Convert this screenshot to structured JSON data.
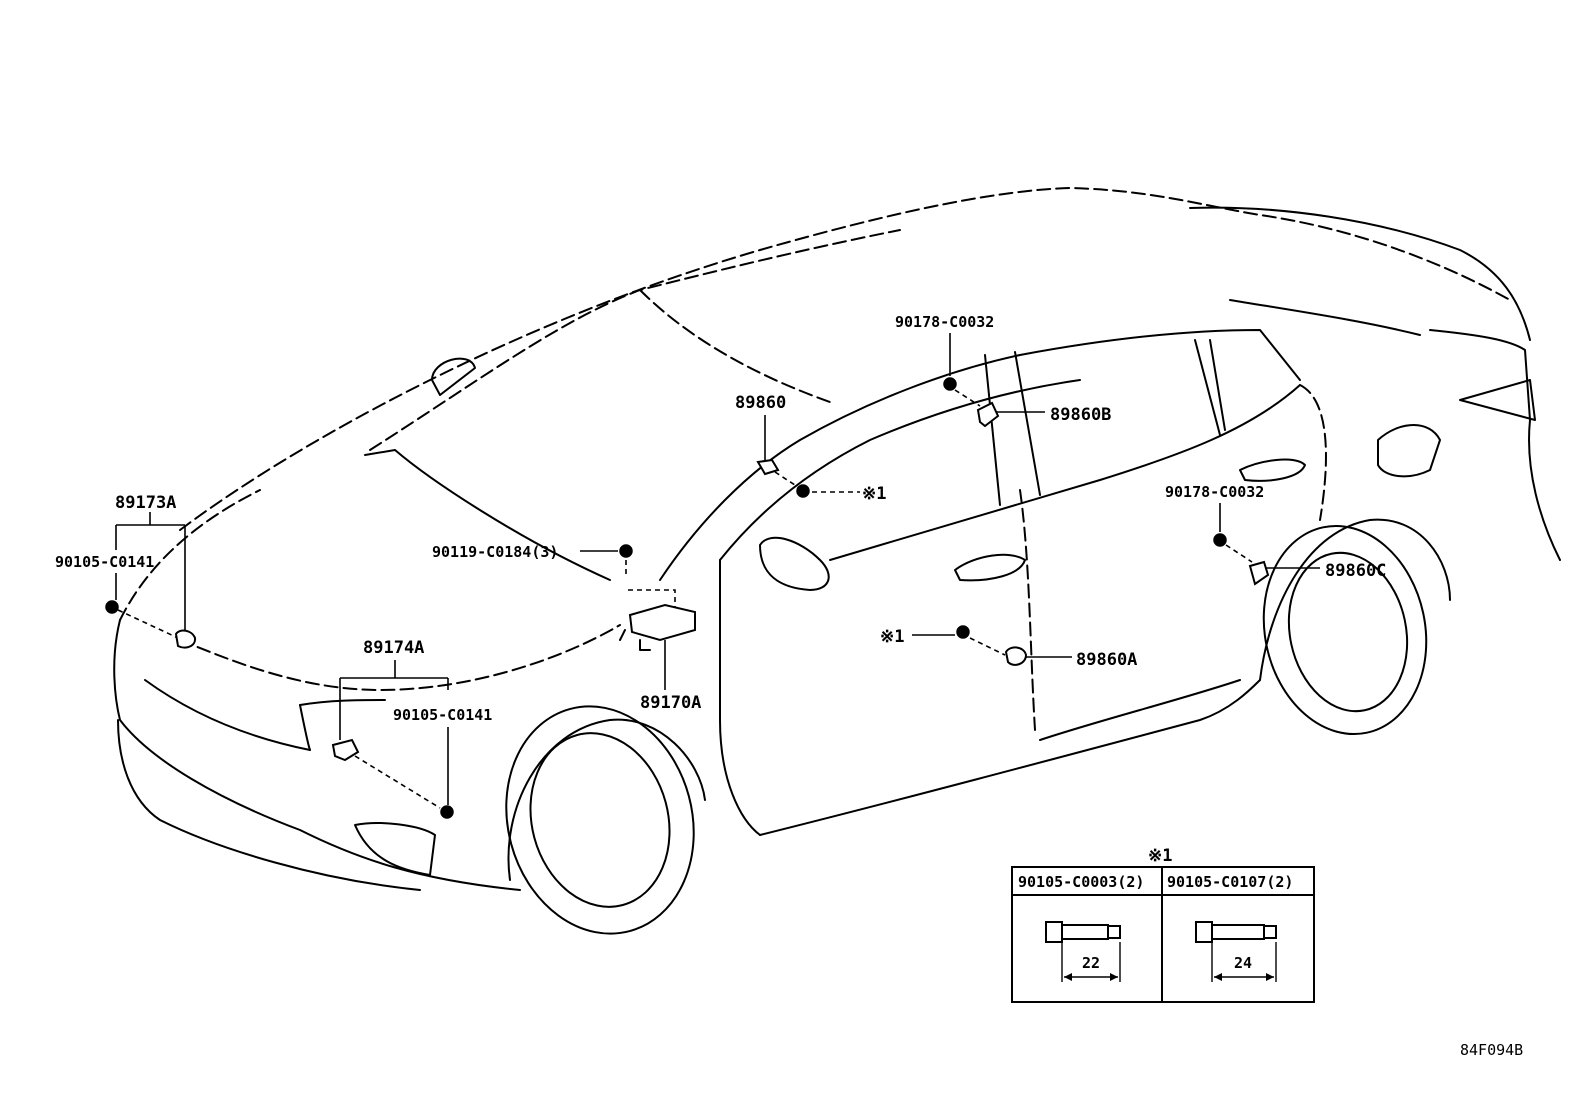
{
  "diagram": {
    "part_labels": {
      "p89173A": "89173A",
      "p90105_left": "90105-C0141",
      "p89174A": "89174A",
      "p90105_front": "90105-C0141",
      "p90119": "90119-C0184(3)",
      "p89170A": "89170A",
      "p89860": "89860",
      "p89860B": "89860B",
      "p90178_top": "90178-C0032",
      "p90178_rear": "90178-C0032",
      "p89860C": "89860C",
      "p89860A": "89860A",
      "ref1_a": "※1",
      "ref1_b": "※1"
    },
    "ref_table": {
      "title": "※1",
      "col1_part": "90105-C0003(2)",
      "col2_part": "90105-C0107(2)",
      "col1_dim": "22",
      "col2_dim": "24"
    },
    "drawing_code": "84F094B"
  }
}
